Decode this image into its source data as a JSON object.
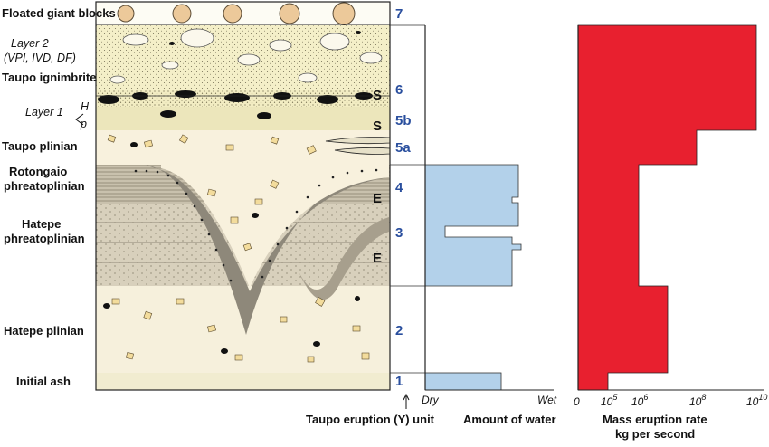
{
  "layers": {
    "floated": "Floated giant blocks",
    "layer2": "Layer 2",
    "layer2_sub": "(VPI, IVD, DF)",
    "ignimbrite": "Taupo ignimbrite",
    "layer1": "Layer 1",
    "layer1_h": "H",
    "layer1_p": "p",
    "taupo_plinian": "Taupo plinian",
    "rotongaio_1": "Rotongaio",
    "rotongaio_2": "phreatoplinian",
    "hatepe_phr_1": "Hatepe",
    "hatepe_phr_2": "phreatoplinian",
    "hatepe_plinian": "Hatepe plinian",
    "initial_ash": "Initial ash"
  },
  "units": [
    "7",
    "6",
    "5b",
    "5a",
    "4",
    "3",
    "2",
    "1"
  ],
  "markers": {
    "s": "S",
    "e": "E"
  },
  "captions": {
    "section": "Taupo eruption (Y) unit",
    "water": "Amount of water",
    "rate_1": "Mass eruption rate",
    "rate_2": "kg per second"
  },
  "water_axis": {
    "dry": "Dry",
    "wet": "Wet"
  },
  "rate_axis": {
    "zero": "0",
    "ticks": [
      {
        "base": "10",
        "exp": "5"
      },
      {
        "base": "10",
        "exp": "6"
      },
      {
        "base": "10",
        "exp": "8"
      },
      {
        "base": "10",
        "exp": "10"
      }
    ]
  },
  "colors": {
    "water": "#b3d1ea",
    "rate": "#e8202f",
    "unit_number": "#2a4f9e"
  }
}
